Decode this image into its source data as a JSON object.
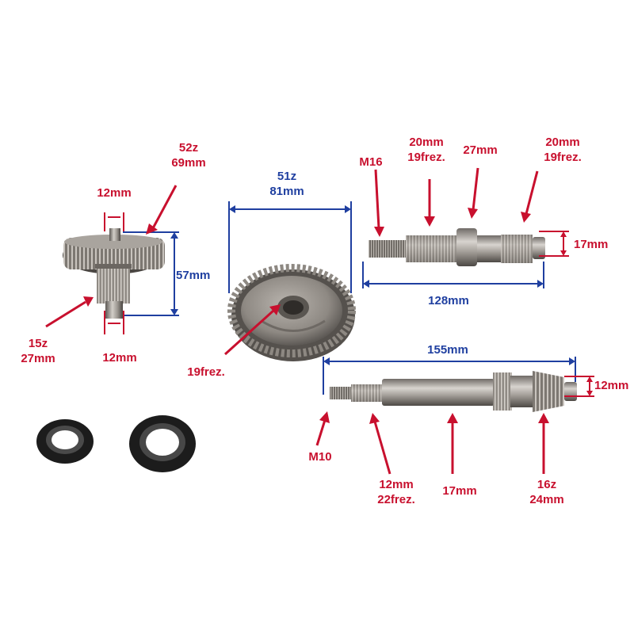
{
  "colors": {
    "annotation_red": "#c8102e",
    "dimension_blue": "#1f3fa0",
    "background": "#ffffff"
  },
  "gear_small": {
    "teeth_label": "52z",
    "diameter_label": "69mm",
    "top_width": "12mm",
    "height": "57mm",
    "pinion_teeth": "15z",
    "pinion_diameter": "27mm",
    "bottom_width": "12mm"
  },
  "gear_large": {
    "teeth_label": "51z",
    "diameter_label": "81mm",
    "spline_label": "19frez."
  },
  "shaft_upper": {
    "thread": "M16",
    "spline_a_size": "20mm",
    "spline_a_count": "19frez.",
    "collar": "27mm",
    "spline_b_size": "20mm",
    "spline_b_count": "19frez.",
    "end_diameter": "17mm",
    "length": "128mm"
  },
  "shaft_lower": {
    "length": "155mm",
    "end_diameter": "12mm",
    "thread": "M10",
    "spline_size": "12mm",
    "spline_count": "22frez.",
    "body_diameter": "17mm",
    "pinion_teeth": "16z",
    "pinion_diameter": "24mm"
  }
}
